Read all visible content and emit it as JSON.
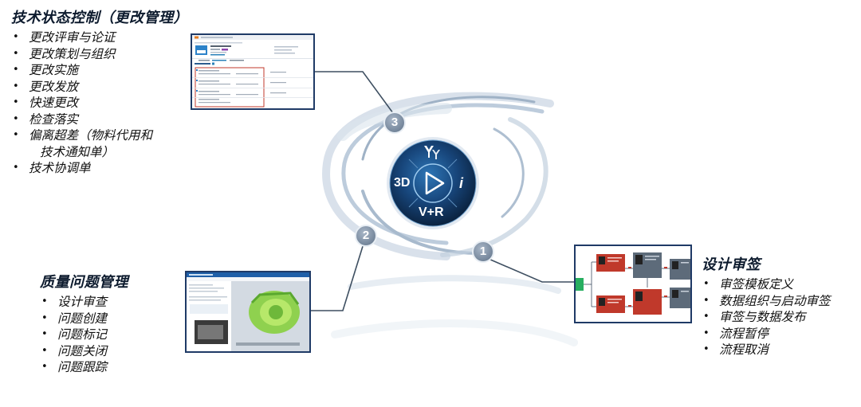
{
  "change_management": {
    "title": "技术状态控制（更改管理）",
    "items": [
      "更改评审与论证",
      "更改策划与组织",
      "更改实施",
      "更改发放",
      "快速更改",
      "检查落实",
      "偏离超差（物料代用和",
      "技术通知单）",
      "技术协调单"
    ]
  },
  "quality_management": {
    "title": "质量问题管理",
    "items": [
      "设计审查",
      "问题创建",
      "问题标记",
      "问题关闭",
      "问题跟踪"
    ]
  },
  "design_approval": {
    "title": "设计审签",
    "items": [
      "审签模板定义",
      "数据组织与启动审签",
      "审签与数据发布",
      "流程暂停",
      "流程取消"
    ]
  },
  "badges": [
    "3",
    "2",
    "1"
  ],
  "hub": {
    "left": "3D",
    "bottom": "V+R",
    "right": "i"
  },
  "colors": {
    "hub_dark": "#0d2a4d",
    "hub_mid": "#1f5c96",
    "accent_red": "#c0392b",
    "frame_navy": "#1f3a66"
  }
}
